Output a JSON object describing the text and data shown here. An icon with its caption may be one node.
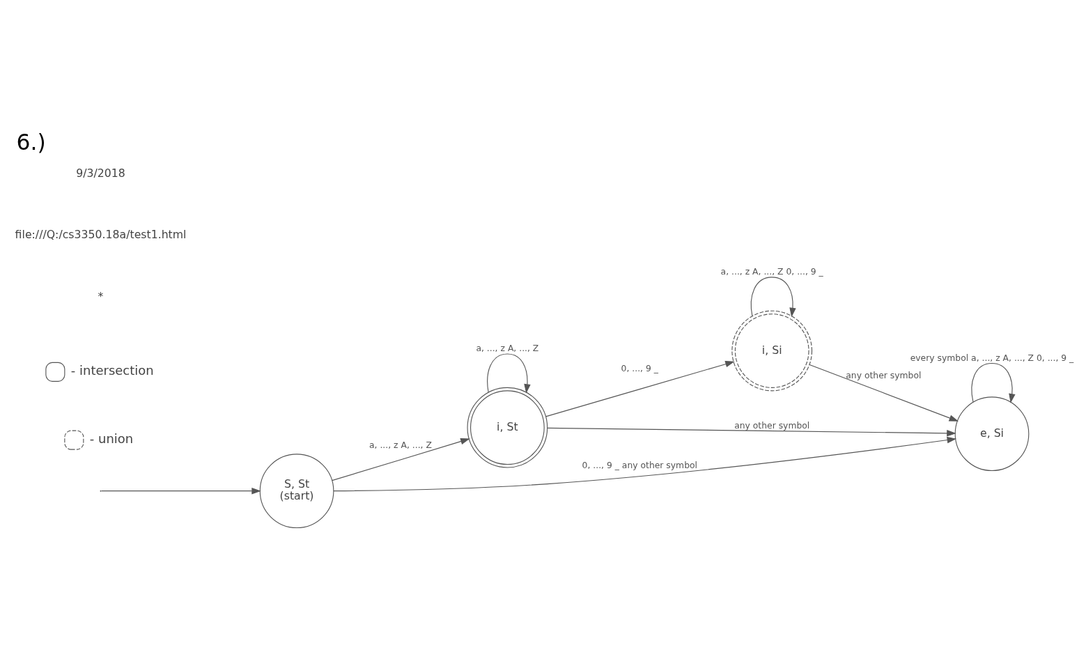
{
  "diagram": {
    "title": "6.)",
    "nodes": [
      {
        "text": [
          "S, St",
          "(start)"
        ]
      },
      {
        "text": [
          "i, St"
        ]
      },
      {
        "text": [
          "i, Si"
        ]
      },
      {
        "text": [
          "e, Si"
        ]
      }
    ],
    "edges": [
      {
        "from": null,
        "to": 0,
        "arrow": "to"
      },
      {
        "from": 0,
        "to": 1,
        "arrow": "to",
        "label": "a, ..., z A, ..., Z"
      },
      {
        "from": 1,
        "to": 1,
        "arrow": "to",
        "label": "a, ..., z A, ..., Z"
      },
      {
        "from": 1,
        "to": 2,
        "arrow": "to",
        "label": "0, ..., 9 _"
      },
      {
        "from": 2,
        "to": 2,
        "arrow": "to",
        "label": "a, ..., z A, ..., Z 0, ..., 9 _"
      },
      {
        "from": 0,
        "to": 3,
        "arrow": "to",
        "label": "0, ..., 9 _ any other symbol"
      },
      {
        "from": 1,
        "to": 3,
        "arrow": "to",
        "label": "any other symbol"
      },
      {
        "from": 2,
        "to": 3,
        "arrow": "to",
        "label": "any other symbol"
      },
      {
        "from": 3,
        "to": 3,
        "arrow": "to",
        "label": "every symbol a, ..., z A, ..., Z 0, ..., 9 _"
      }
    ],
    "labels": [
      "*",
      "file:///Q:/cs3350.18a/test1.html",
      "9/3/2018"
    ],
    "legend": [
      {
        "text": "- intersection"
      },
      {
        "text": "- union"
      }
    ]
  }
}
